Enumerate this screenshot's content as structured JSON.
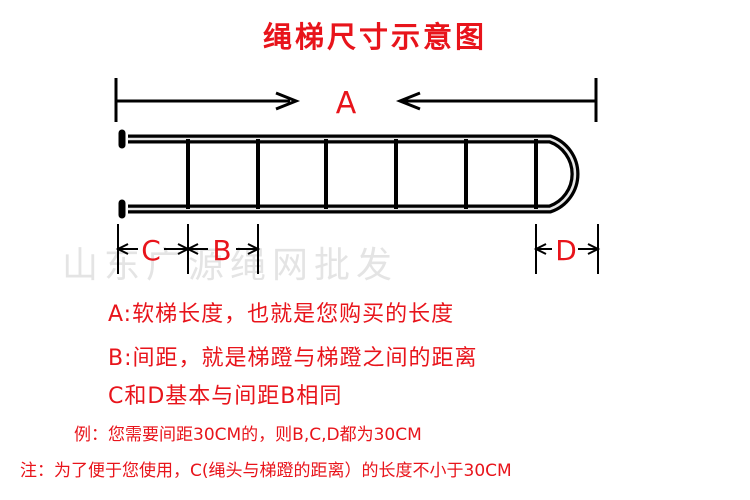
{
  "title": "绳梯尺寸示意图",
  "watermark": "山东广源绳网批发",
  "labels": {
    "a": "A",
    "b": "B",
    "c": "C",
    "d": "D"
  },
  "notes": [
    "A:软梯长度，也就是您购买的长度",
    "B:间距，就是梯蹬与梯蹬之间的距离",
    "C和D基本与间距B相同",
    "例：您需要间距30CM的，则B,C,D都为30CM",
    "注：为了便于您使用，C(绳头与梯蹬的距离）的长度不小于30CM"
  ],
  "colors": {
    "accent": "#e8141b",
    "line": "#000000"
  }
}
